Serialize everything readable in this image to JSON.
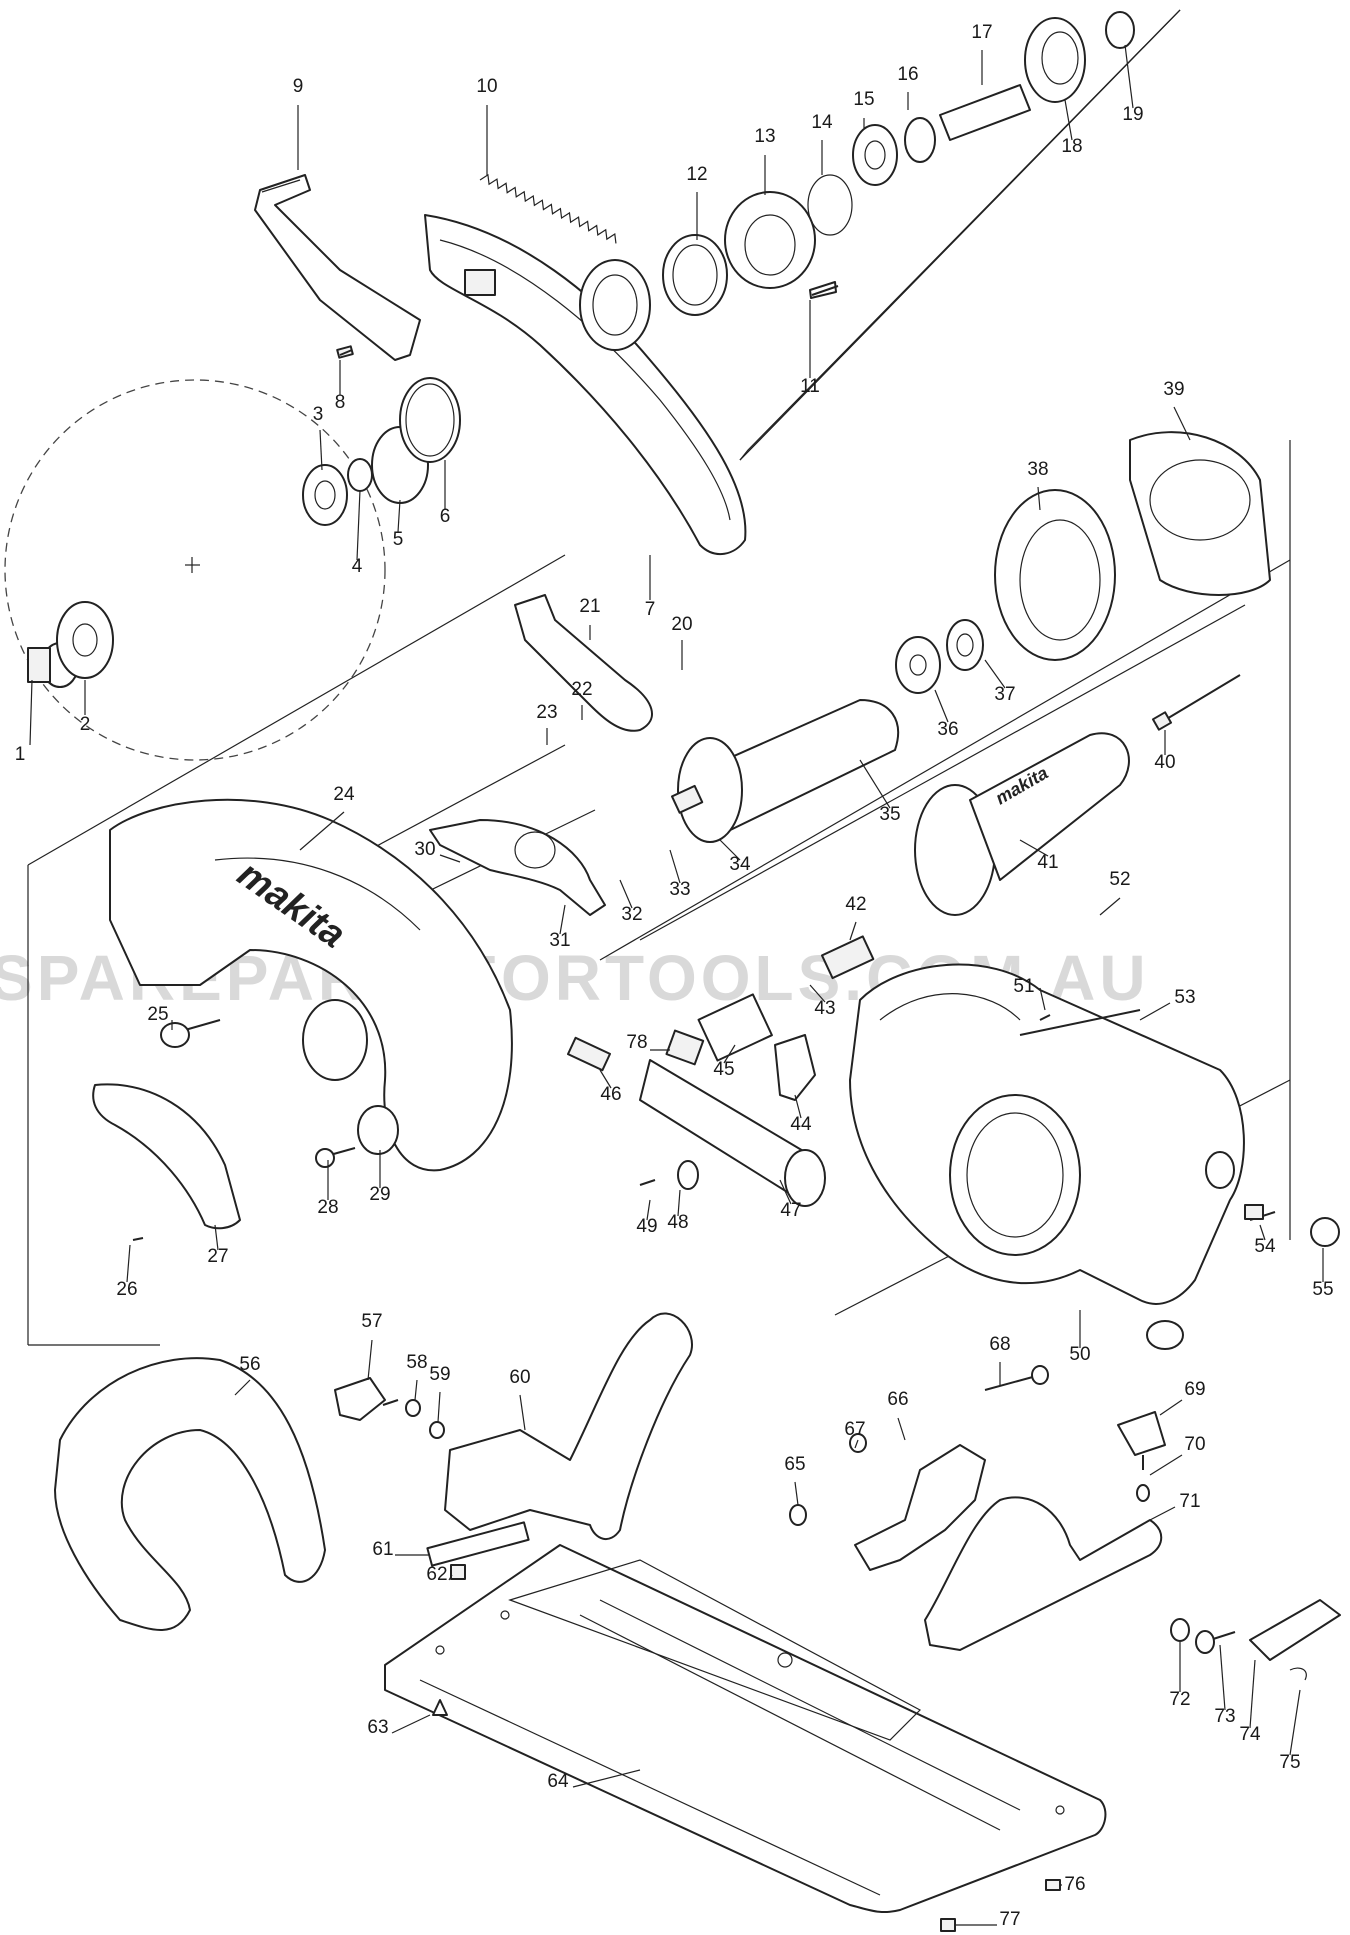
{
  "watermark": "SPAREPARTSFORTOOLS.COM.AU",
  "brand_text": "makita",
  "parts": [
    {
      "id": "1",
      "label": "1"
    },
    {
      "id": "2",
      "label": "2"
    },
    {
      "id": "3",
      "label": "3"
    },
    {
      "id": "4",
      "label": "4"
    },
    {
      "id": "5",
      "label": "5"
    },
    {
      "id": "6",
      "label": "6"
    },
    {
      "id": "7",
      "label": "7"
    },
    {
      "id": "8",
      "label": "8"
    },
    {
      "id": "9",
      "label": "9"
    },
    {
      "id": "10",
      "label": "10"
    },
    {
      "id": "11",
      "label": "11"
    },
    {
      "id": "12",
      "label": "12"
    },
    {
      "id": "13",
      "label": "13"
    },
    {
      "id": "14",
      "label": "14"
    },
    {
      "id": "15",
      "label": "15"
    },
    {
      "id": "16",
      "label": "16"
    },
    {
      "id": "17",
      "label": "17"
    },
    {
      "id": "18",
      "label": "18"
    },
    {
      "id": "19",
      "label": "19"
    },
    {
      "id": "20",
      "label": "20"
    },
    {
      "id": "21",
      "label": "21"
    },
    {
      "id": "22",
      "label": "22"
    },
    {
      "id": "23",
      "label": "23"
    },
    {
      "id": "24",
      "label": "24"
    },
    {
      "id": "25",
      "label": "25"
    },
    {
      "id": "26",
      "label": "26"
    },
    {
      "id": "27",
      "label": "27"
    },
    {
      "id": "28",
      "label": "28"
    },
    {
      "id": "29",
      "label": "29"
    },
    {
      "id": "30",
      "label": "30"
    },
    {
      "id": "31",
      "label": "31"
    },
    {
      "id": "32",
      "label": "32"
    },
    {
      "id": "33",
      "label": "33"
    },
    {
      "id": "34",
      "label": "34"
    },
    {
      "id": "35",
      "label": "35"
    },
    {
      "id": "36",
      "label": "36"
    },
    {
      "id": "37",
      "label": "37"
    },
    {
      "id": "38",
      "label": "38"
    },
    {
      "id": "39",
      "label": "39"
    },
    {
      "id": "40",
      "label": "40"
    },
    {
      "id": "41",
      "label": "41"
    },
    {
      "id": "42",
      "label": "42"
    },
    {
      "id": "43",
      "label": "43"
    },
    {
      "id": "44",
      "label": "44"
    },
    {
      "id": "45",
      "label": "45"
    },
    {
      "id": "46",
      "label": "46"
    },
    {
      "id": "47",
      "label": "47"
    },
    {
      "id": "48",
      "label": "48"
    },
    {
      "id": "49",
      "label": "49"
    },
    {
      "id": "50",
      "label": "50"
    },
    {
      "id": "51",
      "label": "51"
    },
    {
      "id": "52",
      "label": "52"
    },
    {
      "id": "53",
      "label": "53"
    },
    {
      "id": "54",
      "label": "54"
    },
    {
      "id": "55",
      "label": "55"
    },
    {
      "id": "56",
      "label": "56"
    },
    {
      "id": "57",
      "label": "57"
    },
    {
      "id": "58",
      "label": "58"
    },
    {
      "id": "59",
      "label": "59"
    },
    {
      "id": "60",
      "label": "60"
    },
    {
      "id": "61",
      "label": "61"
    },
    {
      "id": "62",
      "label": "62"
    },
    {
      "id": "63",
      "label": "63"
    },
    {
      "id": "64",
      "label": "64"
    },
    {
      "id": "65",
      "label": "65"
    },
    {
      "id": "66",
      "label": "66"
    },
    {
      "id": "67",
      "label": "67"
    },
    {
      "id": "68",
      "label": "68"
    },
    {
      "id": "69",
      "label": "69"
    },
    {
      "id": "70",
      "label": "70"
    },
    {
      "id": "71",
      "label": "71"
    },
    {
      "id": "72",
      "label": "72"
    },
    {
      "id": "73",
      "label": "73"
    },
    {
      "id": "74",
      "label": "74"
    },
    {
      "id": "75",
      "label": "75"
    },
    {
      "id": "76",
      "label": "76"
    },
    {
      "id": "77",
      "label": "77"
    },
    {
      "id": "78",
      "label": "78"
    }
  ]
}
